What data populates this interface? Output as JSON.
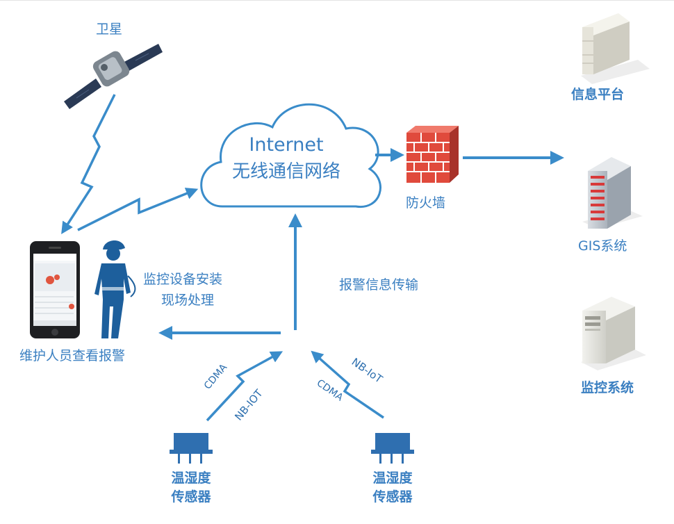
{
  "nodes": {
    "satellite": "卫星",
    "internet_line1": "Internet",
    "internet_line2": "无线通信网络",
    "firewall": "防火墙",
    "info_platform": "信息平台",
    "gis_system": "GIS系统",
    "monitor_system": "监控系统",
    "install_line1": "监控设备安装",
    "install_line2": "现场处理",
    "alarm_transfer": "报警信息传输",
    "maintainer": "维护人员查看报警",
    "sensor_left_line1": "温湿度",
    "sensor_left_line2": "传感器",
    "sensor_right_line1": "温湿度",
    "sensor_right_line2": "传感器"
  },
  "links": {
    "left_cdma": "CDMA",
    "left_nbiot": "NB-IOT",
    "right_nbiot": "NB-IoT",
    "right_cdma": "CDMA"
  },
  "colors": {
    "accent": "#3a8cca",
    "label": "#3a7fc1",
    "firewall_brick": "#e04a3c"
  }
}
